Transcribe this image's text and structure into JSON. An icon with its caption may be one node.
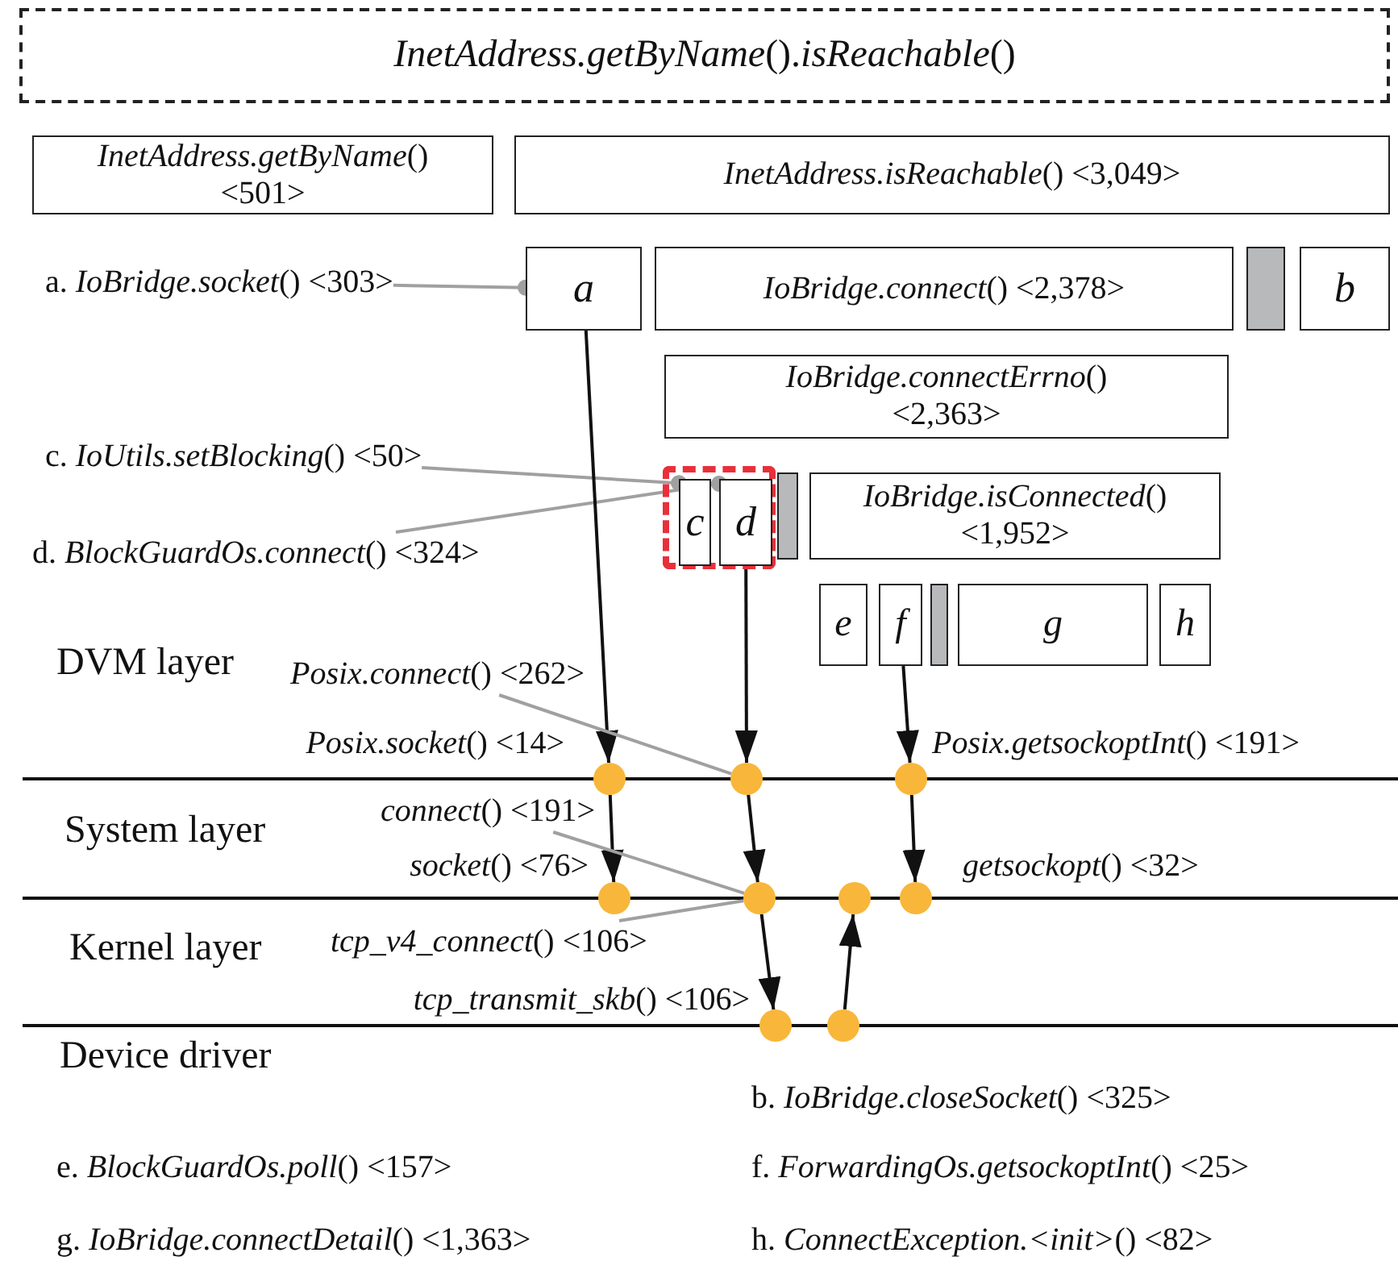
{
  "diagram": {
    "nodes": [
      {
        "text": [
          "*InetAddress.getByName*().*isReachable*()"
        ]
      },
      {
        "text": [
          "*InetAddress.getByName*() <501>"
        ]
      },
      {
        "text": [
          "*InetAddress.isReachable*() <3,049>"
        ]
      },
      {
        "text": [
          "a"
        ]
      },
      {
        "text": [
          "*IoBridge.connect*() <2,378>"
        ]
      },
      {
        "text": [],
        "shape": "bar"
      },
      {
        "text": [
          "b"
        ]
      },
      {
        "text": [
          "*IoBridge.connectErrno*() <2,363>"
        ]
      },
      {
        "text": [],
        "shape": "box"
      },
      {
        "text": [
          "c"
        ],
        "in": 8
      },
      {
        "text": [
          "d"
        ],
        "in": 8
      },
      {
        "text": [],
        "shape": "bar"
      },
      {
        "text": [
          "*IoBridge.isConnected*() <1,952>"
        ]
      },
      {
        "text": [
          "e"
        ]
      },
      {
        "text": [
          "f"
        ]
      },
      {
        "text": [],
        "shape": "bar"
      },
      {
        "text": [
          "g"
        ]
      },
      {
        "text": [
          "h"
        ]
      },
      {
        "text": [
          "a. *IoBridge.socket*() <303>"
        ]
      },
      {
        "text": [
          "c. *IoUtils.setBlocking*() <50>"
        ]
      },
      {
        "text": [
          "d. *BlockGuardOs.connect*() <324>"
        ]
      },
      {
        "text": [],
        "shape": "circle",
        "beside": [
          "*Posix.socket*() <14>"
        ]
      },
      {
        "text": [],
        "shape": "circle"
      },
      {
        "text": [],
        "shape": "circle",
        "beside": [
          "*Posix.getsockoptInt*() <191>"
        ]
      },
      {
        "text": [],
        "shape": "circle",
        "beside": [
          "*socket*() <76>"
        ]
      },
      {
        "text": [],
        "shape": "circle"
      },
      {
        "text": [],
        "shape": "circle"
      },
      {
        "text": [],
        "shape": "circle",
        "beside": [
          "*getsockopt*() <32>"
        ]
      },
      {
        "text": [],
        "shape": "circle",
        "beside": [
          "*tcp_transmit_skb*() <106>"
        ]
      },
      {
        "text": [],
        "shape": "circle"
      },
      {
        "text": [
          "*Posix.connect*() <262>"
        ]
      },
      {
        "text": [
          "*connect*() <191>"
        ]
      },
      {
        "text": [
          "*tcp_v4_connect*() <106>"
        ]
      }
    ],
    "edges": [
      {
        "from": 18,
        "to": 3,
        "arrow": "other",
        "color": "#a0a0a0"
      },
      {
        "from": 19,
        "to": 9,
        "arrow": "other",
        "color": "#a0a0a0"
      },
      {
        "from": 20,
        "to": 10,
        "arrow": "other",
        "color": "#a0a0a0"
      },
      {
        "from": 3,
        "to": 21,
        "arrow": "to"
      },
      {
        "from": 21,
        "to": 24,
        "arrow": "to"
      },
      {
        "from": 10,
        "to": 22,
        "arrow": "to"
      },
      {
        "from": 22,
        "to": 25,
        "arrow": "to"
      },
      {
        "from": 25,
        "to": 28,
        "arrow": "to"
      },
      {
        "from": 14,
        "to": 23,
        "arrow": "to"
      },
      {
        "from": 23,
        "to": 27,
        "arrow": "to"
      },
      {
        "from": 29,
        "to": 26,
        "arrow": "to"
      },
      {
        "from": 30,
        "to": 22,
        "arrow": "none",
        "color": "#a0a0a0"
      },
      {
        "from": 31,
        "to": 25,
        "arrow": "none",
        "color": "#a0a0a0"
      },
      {
        "from": 32,
        "to": 25,
        "arrow": "none",
        "color": "#a0a0a0"
      }
    ],
    "labels": [
      "DVM layer",
      "System layer",
      "Kernel layer",
      "Device driver",
      "b. *IoBridge.closeSocket*() <325>",
      "e. *BlockGuardOs.poll*() <157>",
      "f. *ForwardingOs.getsockoptInt*() <25>",
      "g. *IoBridge.connectDetail*() <1,363>",
      "h. *ConnectException.<init>*() <82>"
    ]
  }
}
